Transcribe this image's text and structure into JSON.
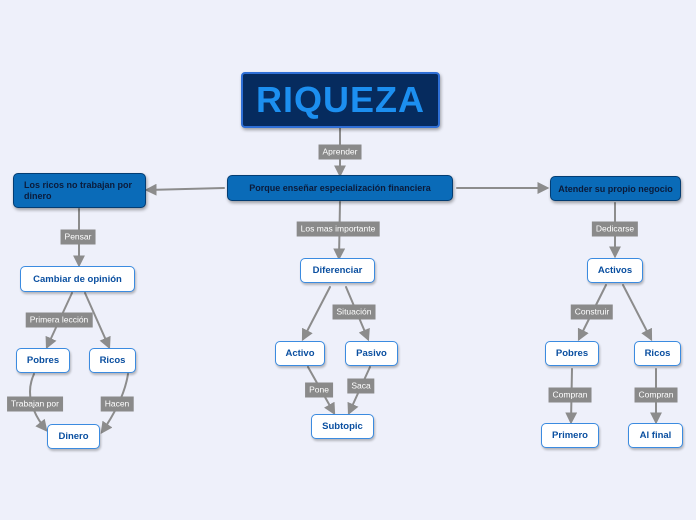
{
  "root": {
    "title": "RIQUEZA"
  },
  "nodes": {
    "center": "Porque enseñar especialización financiera",
    "left": "Los ricos no trabajan por dinero",
    "right": "Atender su propio negocio",
    "cambiar": "Cambiar de opinión",
    "pobres_l": "Pobres",
    "ricos_l": "Ricos",
    "dinero": "Dinero",
    "diferenciar": "Diferenciar",
    "activo": "Activo",
    "pasivo": "Pasivo",
    "subtopic": "Subtopic",
    "activos": "Activos",
    "pobres_r": "Pobres",
    "ricos_r": "Ricos",
    "primero": "Primero",
    "al_final": "Al final"
  },
  "labels": {
    "aprender": "Aprender",
    "pensar": "Pensar",
    "primera_leccion": "Primera lección",
    "trabajan_por": "Trabajan por",
    "hacen": "Hacen",
    "los_mas_importante": "Los mas importante",
    "situacion": "Situación",
    "pone": "Pone",
    "saca": "Saca",
    "dedicarse": "Dedicarse",
    "construir": "Construir",
    "compran_1": "Compran",
    "compran_2": "Compran"
  },
  "colors": {
    "root_bg": "#062b5e",
    "root_text": "#1c8ff0",
    "main_bg": "#0a6bb8",
    "sub_border": "#3b8be0",
    "sub_text": "#0a4fa0",
    "connector": "#8c8c8c",
    "label_bg": "#8a8a8a",
    "background": "#eef0fa"
  }
}
